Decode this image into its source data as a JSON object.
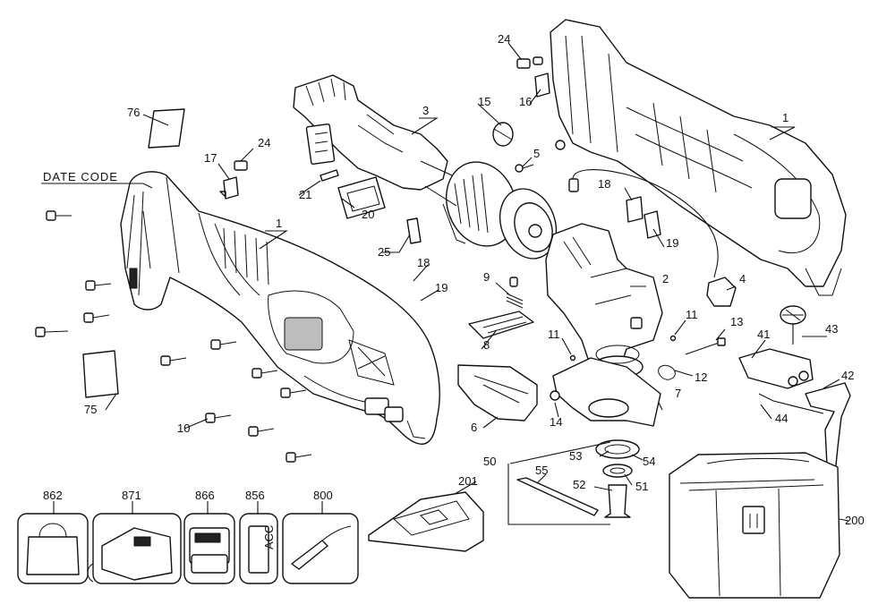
{
  "callouts": {
    "date_code": "DATE CODE",
    "p1a": "1",
    "p1b": "1",
    "p2": "2",
    "p3": "3",
    "p4": "4",
    "p5": "5",
    "p6": "6",
    "p7": "7",
    "p8": "8",
    "p9": "9",
    "p10": "10",
    "p11a": "11",
    "p11b": "11",
    "p12": "12",
    "p13": "13",
    "p14": "14",
    "p15": "15",
    "p16": "16",
    "p17": "17",
    "p18a": "18",
    "p18b": "18",
    "p19a": "19",
    "p19b": "19",
    "p20": "20",
    "p21": "21",
    "p24a": "24",
    "p24b": "24",
    "p25": "25",
    "p41": "41",
    "p42": "42",
    "p43": "43",
    "p44": "44",
    "p50": "50",
    "p51": "51",
    "p52": "52",
    "p53": "53",
    "p54": "54",
    "p55": "55",
    "p75": "75",
    "p76": "76",
    "p200": "200",
    "p201": "201",
    "p800": "800",
    "p856": "856",
    "p862": "862",
    "p866": "866",
    "p871": "871"
  },
  "accessories": {
    "tag_text": "ACC"
  }
}
